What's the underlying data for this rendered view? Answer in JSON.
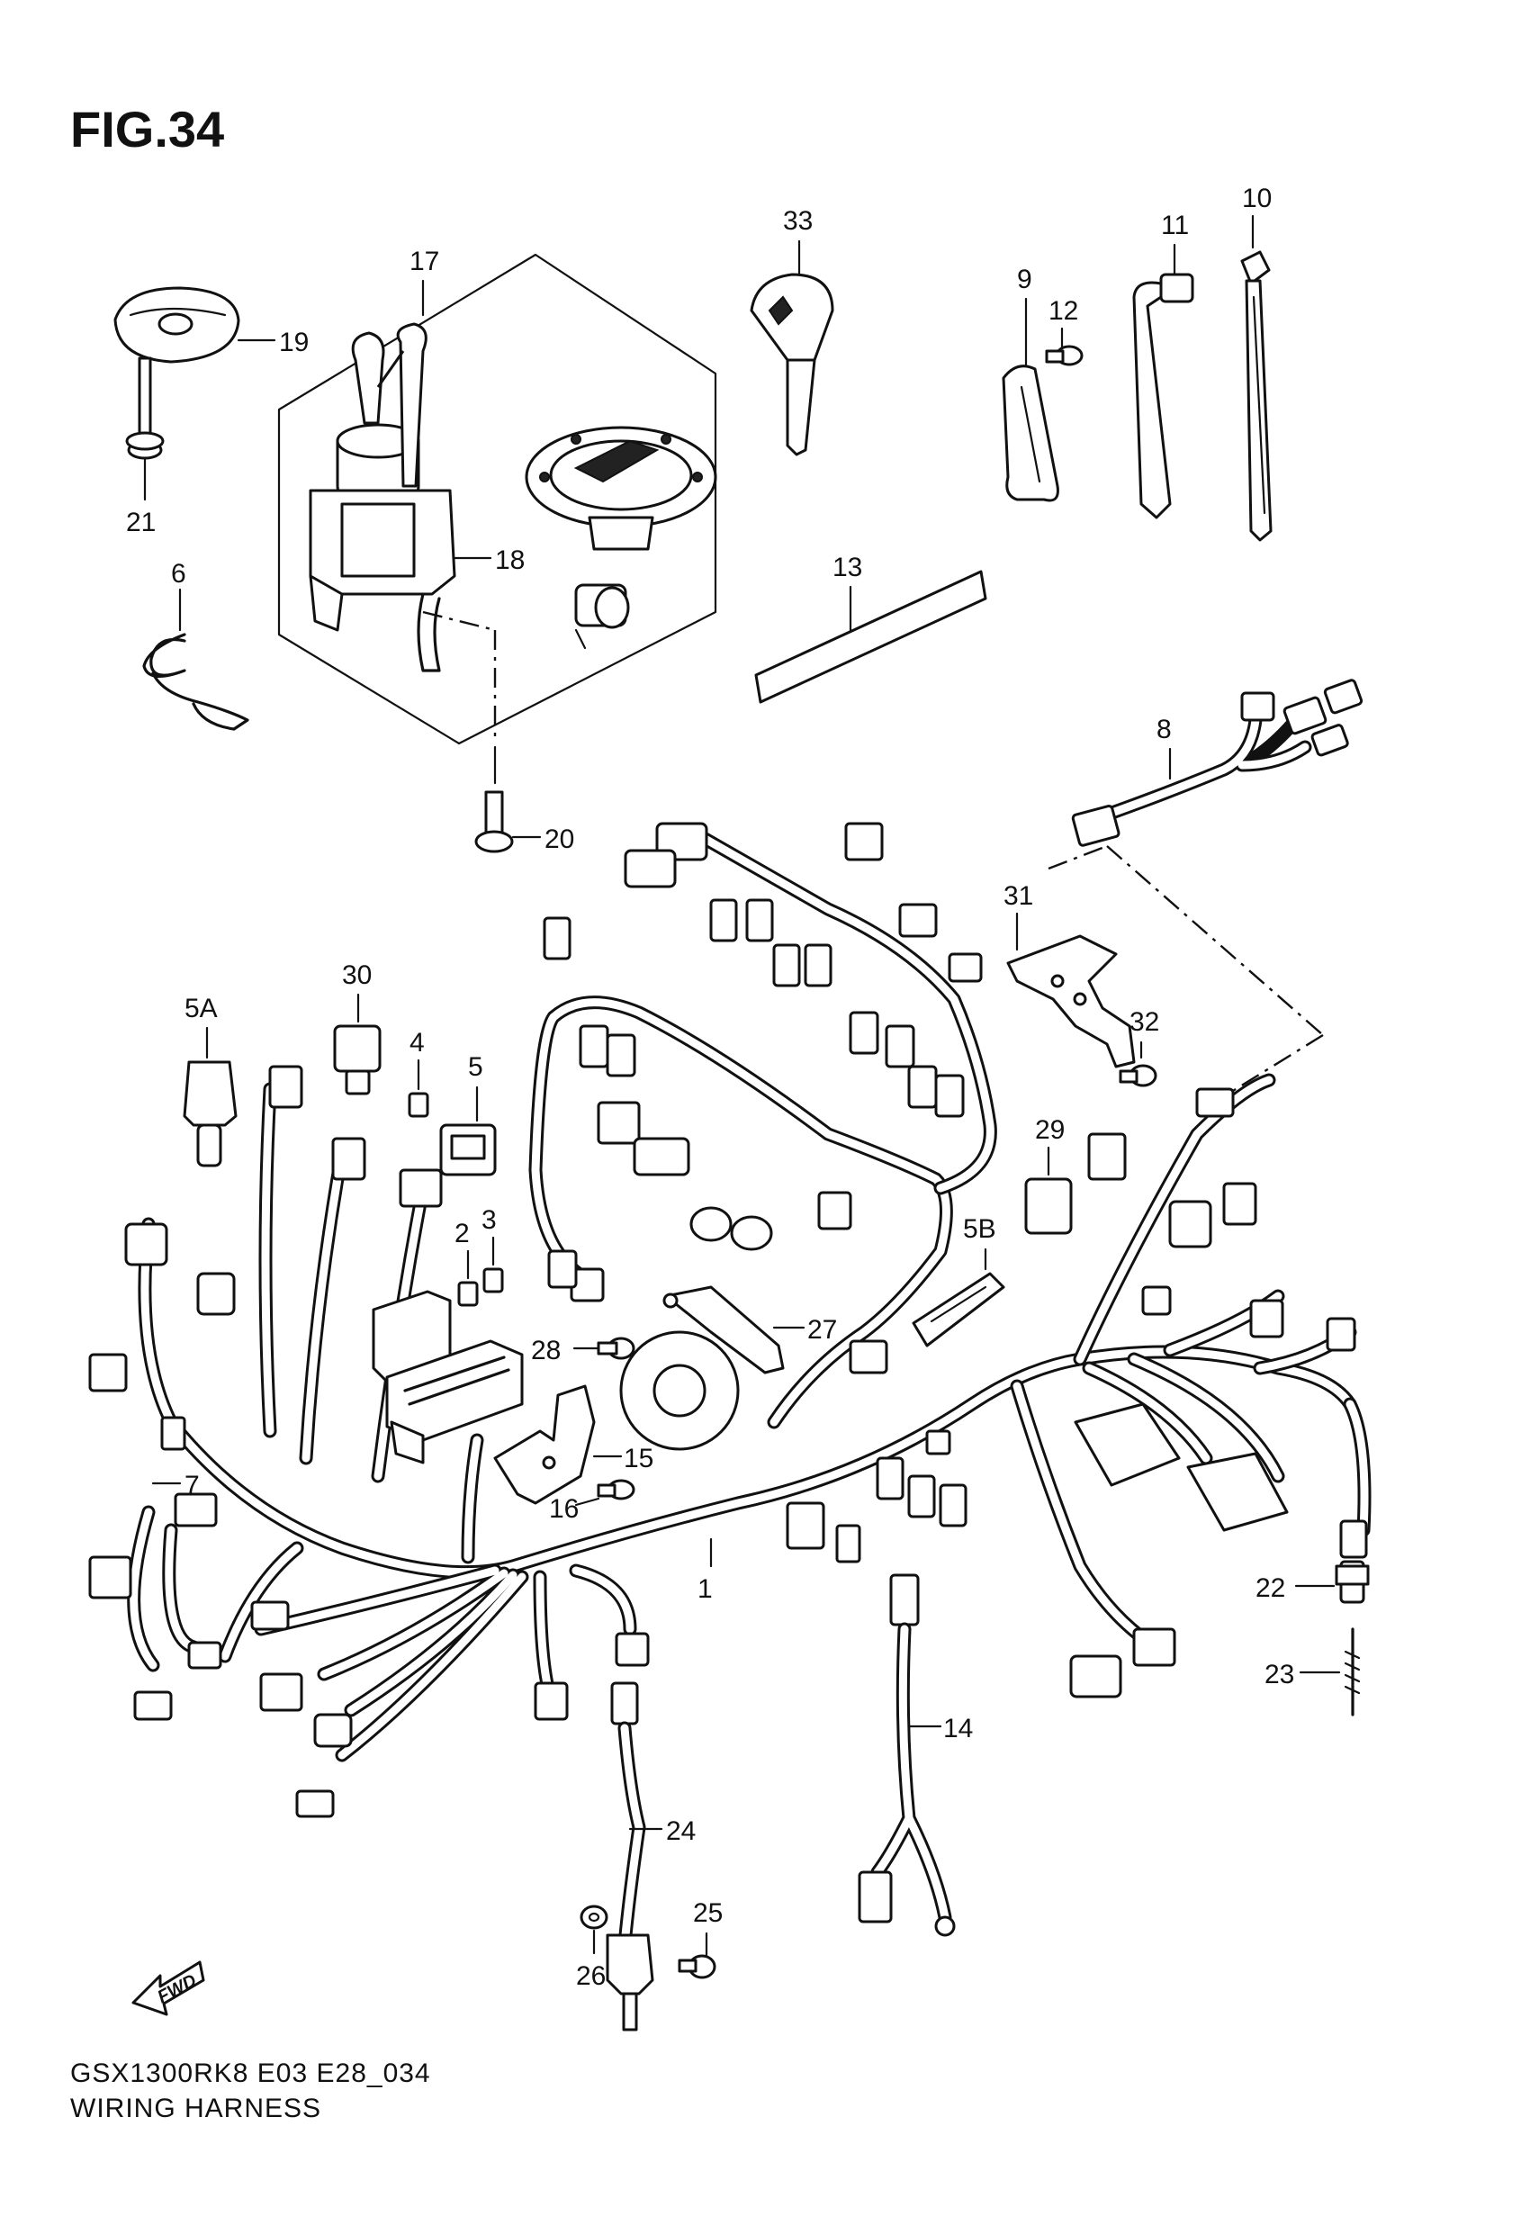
{
  "figure": {
    "title": "FIG.34",
    "code": "GSX1300RK8 E03 E28_034",
    "name": "WIRING HARNESS",
    "fwd_label": "FWD"
  },
  "callouts": {
    "c1": "1",
    "c2": "2",
    "c3": "3",
    "c4": "4",
    "c5": "5",
    "c5a": "5A",
    "c5b": "5B",
    "c6": "6",
    "c7": "7",
    "c8": "8",
    "c9": "9",
    "c10": "10",
    "c11": "11",
    "c12": "12",
    "c13": "13",
    "c14": "14",
    "c15": "15",
    "c16": "16",
    "c17": "17",
    "c18": "18",
    "c19": "19",
    "c20": "20",
    "c21": "21",
    "c22": "22",
    "c23": "23",
    "c24": "24",
    "c25": "25",
    "c26": "26",
    "c27": "27",
    "c28": "28",
    "c29": "29",
    "c30": "30",
    "c31": "31",
    "c32": "32",
    "c33": "33"
  }
}
